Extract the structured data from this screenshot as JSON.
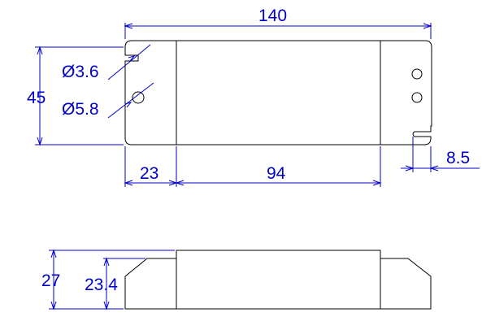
{
  "drawing": {
    "dimensions": {
      "overall_length": "140",
      "height": "45",
      "end_cap_length": "23",
      "body_length": "94",
      "slot_offset": "8.5",
      "small_hole_diameter": "Ø3.6",
      "large_hole_diameter": "Ø5.8",
      "side_total_height": "27",
      "side_body_height": "23.4"
    },
    "colors": {
      "outline": "#000000",
      "dimension": "#0000cc",
      "background": "#ffffff"
    }
  }
}
